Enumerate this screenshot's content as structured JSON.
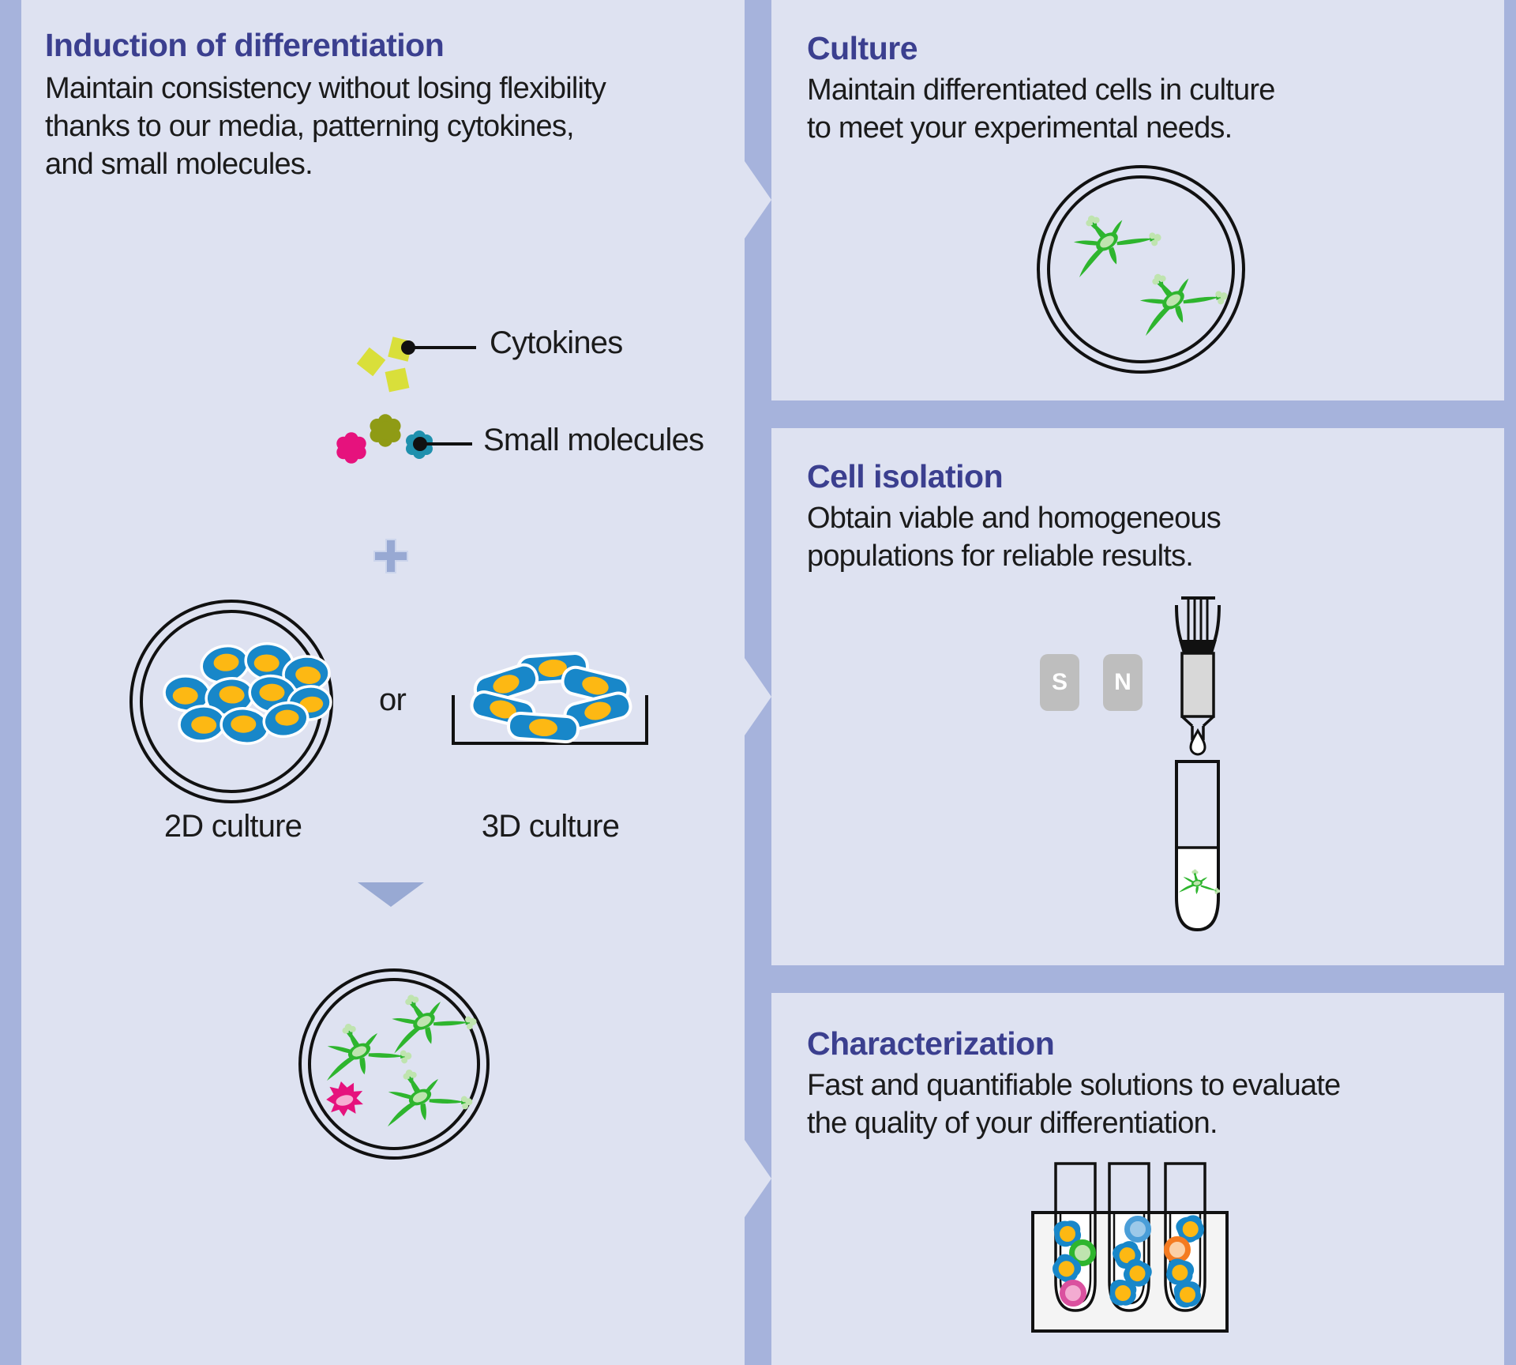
{
  "panels": {
    "induction": {
      "title": "Induction of differentiation",
      "body_lines": [
        "Maintain consistency without losing flexibility",
        "thanks to our media, patterning cytokines,",
        "and small molecules."
      ],
      "labels": {
        "cytokines": "Cytokines",
        "small_molecules": "Small molecules",
        "or": "or",
        "culture_2d": "2D culture",
        "culture_3d": "3D culture"
      }
    },
    "culture": {
      "title": "Culture",
      "body_lines": [
        "Maintain differentiated cells in culture",
        "to meet your experimental needs."
      ]
    },
    "cell_isolation": {
      "title": "Cell isolation",
      "body_lines": [
        "Obtain viable and homogeneous",
        "populations for reliable results."
      ],
      "magnets": {
        "south": "S",
        "north": "N"
      }
    },
    "characterization": {
      "title": "Characterization",
      "body_lines": [
        "Fast and quantifiable solutions to evaluate",
        "the quality of your differentiation."
      ]
    }
  },
  "colors": {
    "background_blue": "#a6b3dc",
    "panel_lavender": "#dee2f1",
    "heading_indigo": "#3b3f8f",
    "body_text": "#1b1b1b",
    "connector_blue": "#98a9d3",
    "cell_green": "#2eb52e",
    "cell_green_light": "#bfe4af",
    "cell_blue": "#1887c9",
    "nucleus_yellow": "#fdb813",
    "cytokine_yellow_green": "#d9df3a",
    "molecule_magenta": "#e6127d",
    "molecule_olive": "#8f9b15",
    "molecule_teal": "#1f90ad",
    "magnet_gray": "#bebebe",
    "column_gray": "#d8d8d8",
    "rack_gray": "#f4f4f4",
    "ring_pink": "#da519f",
    "ring_orange": "#f47b21",
    "ring_blue": "#4a9ed8"
  }
}
